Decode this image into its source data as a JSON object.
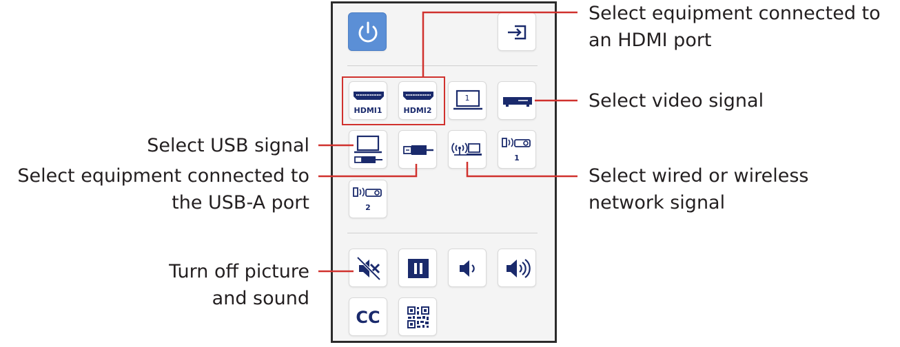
{
  "panel": {
    "buttons": {
      "power": {
        "icon": "power-icon",
        "color": "#5b8fd6"
      },
      "input_source": {
        "icon": "input-source-icon"
      },
      "hdmi1": {
        "icon": "hdmi-port-icon",
        "label": "HDMI1"
      },
      "hdmi2": {
        "icon": "hdmi-port-icon",
        "label": "HDMI2"
      },
      "computer": {
        "icon": "laptop-icon",
        "label": "1"
      },
      "video": {
        "icon": "video-player-icon"
      },
      "usb_display": {
        "icon": "laptop-usb-icon"
      },
      "usb_a": {
        "icon": "usb-plug-icon"
      },
      "network": {
        "icon": "wireless-network-icon"
      },
      "projector1": {
        "icon": "projector-icon",
        "label": "1"
      },
      "projector2": {
        "icon": "projector-icon",
        "label": "2"
      },
      "av_mute": {
        "icon": "av-mute-icon"
      },
      "freeze": {
        "icon": "pause-icon"
      },
      "volume_down": {
        "icon": "volume-down-icon"
      },
      "volume_up": {
        "icon": "volume-up-icon"
      },
      "closed_caption": {
        "icon": "closed-caption-icon",
        "label": "CC"
      },
      "qr_code": {
        "icon": "qr-code-icon"
      }
    }
  },
  "callouts": {
    "hdmi": [
      "Select equipment connected to",
      "an HDMI port"
    ],
    "video": [
      "Select video signal"
    ],
    "usb_signal": [
      "Select USB signal"
    ],
    "usb_a": [
      "Select equipment connected to",
      "the USB-A port"
    ],
    "network": [
      "Select wired or wireless",
      "network signal"
    ],
    "mute": [
      "Turn off picture",
      "and sound"
    ]
  },
  "colors": {
    "leader": "#d0312d",
    "icon": "#1a2a6c",
    "highlight": "#d0312d"
  }
}
